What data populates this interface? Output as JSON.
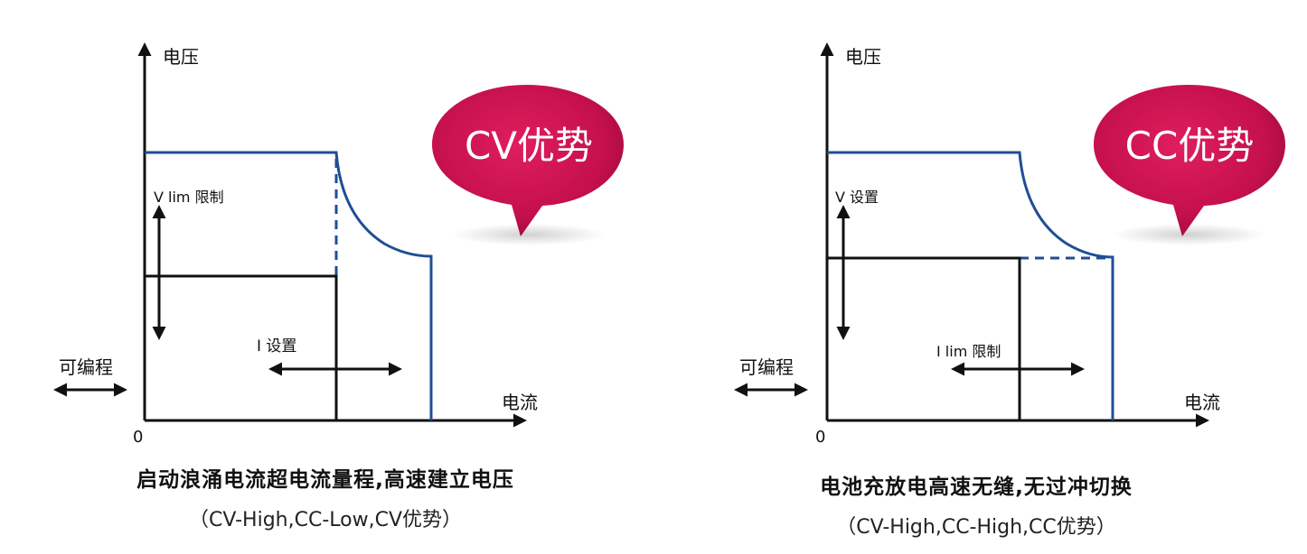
{
  "colors": {
    "curve": "#1f4e96",
    "operating": "#111111",
    "bubble": "#c8114f",
    "bubble_text": "#ffffff"
  },
  "left": {
    "y_axis_label": "电压",
    "x_axis_label": "电流",
    "origin_label": "0",
    "vertical_label": "V lim 限制",
    "horizontal_label": "I 设置",
    "programmable_label": "可编程",
    "bubble_text": "CV优势",
    "caption_main": "启动浪涌电流超电流量程,高速建立电压",
    "caption_sub": "（CV-High,CC-Low,CV优势）"
  },
  "right": {
    "y_axis_label": "电压",
    "x_axis_label": "电流",
    "origin_label": "0",
    "vertical_label": "V 设置",
    "horizontal_label": "I lim 限制",
    "programmable_label": "可编程",
    "bubble_text": "CC优势",
    "caption_main": "电池充放电高速无缝,无过冲切换",
    "caption_sub": "（CV-High,CC-High,CC优势）"
  }
}
